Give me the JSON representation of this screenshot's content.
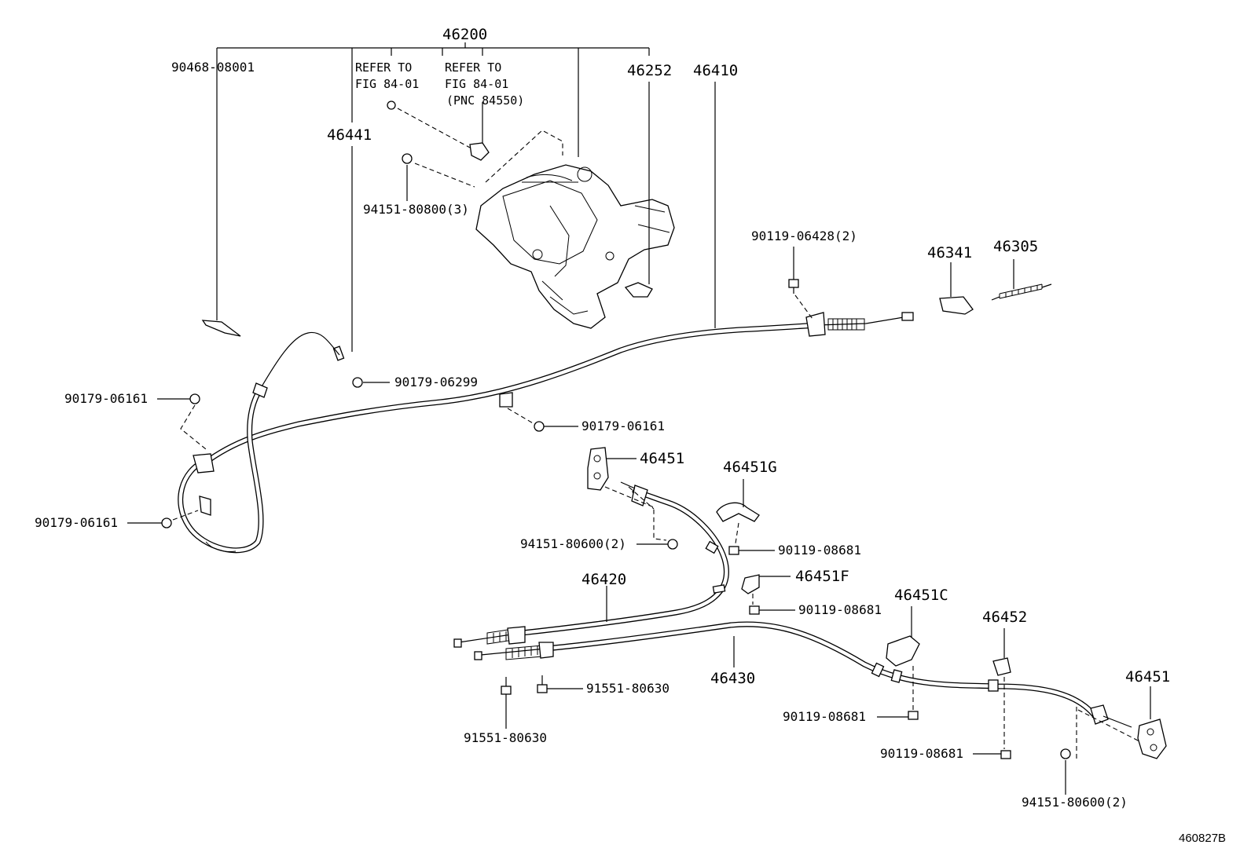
{
  "labels": {
    "assy_46200": "46200",
    "p_90468_08001": "90468-08001",
    "refer1_l1": "REFER TO",
    "refer1_l2": "FIG 84-01",
    "refer2_l1": "REFER TO",
    "refer2_l2": "FIG 84-01",
    "refer2_l3": "(PNC 84550)",
    "p_46252": "46252",
    "p_46410": "46410",
    "p_46441": "46441",
    "p_94151_80800_3": "94151-80800(3)",
    "p_90119_06428_2": "90119-06428(2)",
    "p_46341": "46341",
    "p_46305": "46305",
    "p_90179_06299": "90179-06299",
    "p_90179_06161_a": "90179-06161",
    "p_90179_06161_b": "90179-06161",
    "p_90179_06161_c": "90179-06161",
    "p_46451_a": "46451",
    "p_46451G": "46451G",
    "p_94151_80600_2_a": "94151-80600(2)",
    "p_90119_08681_a": "90119-08681",
    "p_46420": "46420",
    "p_46451F": "46451F",
    "p_90119_08681_b": "90119-08681",
    "p_46451C": "46451C",
    "p_46452": "46452",
    "p_46451_b": "46451",
    "p_46430": "46430",
    "p_91551_80630_a": "91551-80630",
    "p_91551_80630_b": "91551-80630",
    "p_90119_08681_c": "90119-08681",
    "p_90119_08681_d": "90119-08681",
    "p_94151_80600_2_b": "94151-80600(2)",
    "figure_id": "460827B"
  }
}
